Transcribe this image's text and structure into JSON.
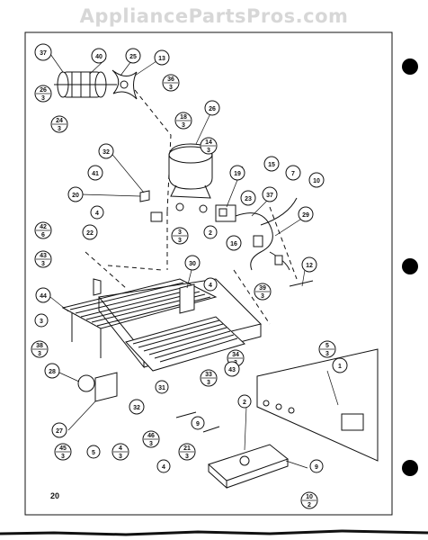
{
  "watermark": "AppliancePartsPros.com",
  "page_number": "20",
  "callouts": [
    {
      "id": "c37",
      "label": "37"
    },
    {
      "id": "c40",
      "label": "40"
    },
    {
      "id": "c25",
      "label": "25"
    },
    {
      "id": "c13",
      "label": "13"
    },
    {
      "id": "c26f",
      "label": "26",
      "den": "3"
    },
    {
      "id": "c36f",
      "label": "36",
      "den": "3"
    },
    {
      "id": "c24f",
      "label": "24",
      "den": "3"
    },
    {
      "id": "c18f",
      "label": "18",
      "den": "3"
    },
    {
      "id": "c26",
      "label": "26"
    },
    {
      "id": "c32a",
      "label": "32"
    },
    {
      "id": "c14f",
      "label": "14",
      "den": "3"
    },
    {
      "id": "c41",
      "label": "41"
    },
    {
      "id": "c19",
      "label": "19"
    },
    {
      "id": "c15",
      "label": "15"
    },
    {
      "id": "c7",
      "label": "7"
    },
    {
      "id": "c10",
      "label": "10"
    },
    {
      "id": "c20",
      "label": "20"
    },
    {
      "id": "c23",
      "label": "23"
    },
    {
      "id": "c37b",
      "label": "37"
    },
    {
      "id": "c4a",
      "label": "4"
    },
    {
      "id": "c29",
      "label": "29"
    },
    {
      "id": "c22",
      "label": "22"
    },
    {
      "id": "c2a",
      "label": "2"
    },
    {
      "id": "c3f",
      "label": "3",
      "den": "3"
    },
    {
      "id": "c16",
      "label": "16"
    },
    {
      "id": "c42f",
      "label": "42",
      "den": "6"
    },
    {
      "id": "c12",
      "label": "12"
    },
    {
      "id": "c43f",
      "label": "43",
      "den": "3"
    },
    {
      "id": "c30",
      "label": "30"
    },
    {
      "id": "c4b",
      "label": "4"
    },
    {
      "id": "c39f",
      "label": "39",
      "den": "3"
    },
    {
      "id": "c44",
      "label": "44"
    },
    {
      "id": "c3b",
      "label": "3"
    },
    {
      "id": "c38f",
      "label": "38",
      "den": "3"
    },
    {
      "id": "c5f",
      "label": "5",
      "den": "3"
    },
    {
      "id": "c28",
      "label": "28"
    },
    {
      "id": "c31",
      "label": "31"
    },
    {
      "id": "c34f",
      "label": "34",
      "den": "3"
    },
    {
      "id": "c43",
      "label": "43"
    },
    {
      "id": "c33f",
      "label": "33",
      "den": "3"
    },
    {
      "id": "c1",
      "label": "1"
    },
    {
      "id": "c27",
      "label": "27"
    },
    {
      "id": "c32b",
      "label": "32"
    },
    {
      "id": "c2b",
      "label": "2"
    },
    {
      "id": "c46f",
      "label": "46",
      "den": "3"
    },
    {
      "id": "c9a",
      "label": "9"
    },
    {
      "id": "c21f",
      "label": "21",
      "den": "3"
    },
    {
      "id": "c45f",
      "label": "45",
      "den": "3"
    },
    {
      "id": "c5",
      "label": "5"
    },
    {
      "id": "c4df",
      "label": "4",
      "den": "3"
    },
    {
      "id": "c4c",
      "label": "4"
    },
    {
      "id": "c9b",
      "label": "9"
    },
    {
      "id": "c10f",
      "label": "10",
      "den": "2"
    }
  ]
}
